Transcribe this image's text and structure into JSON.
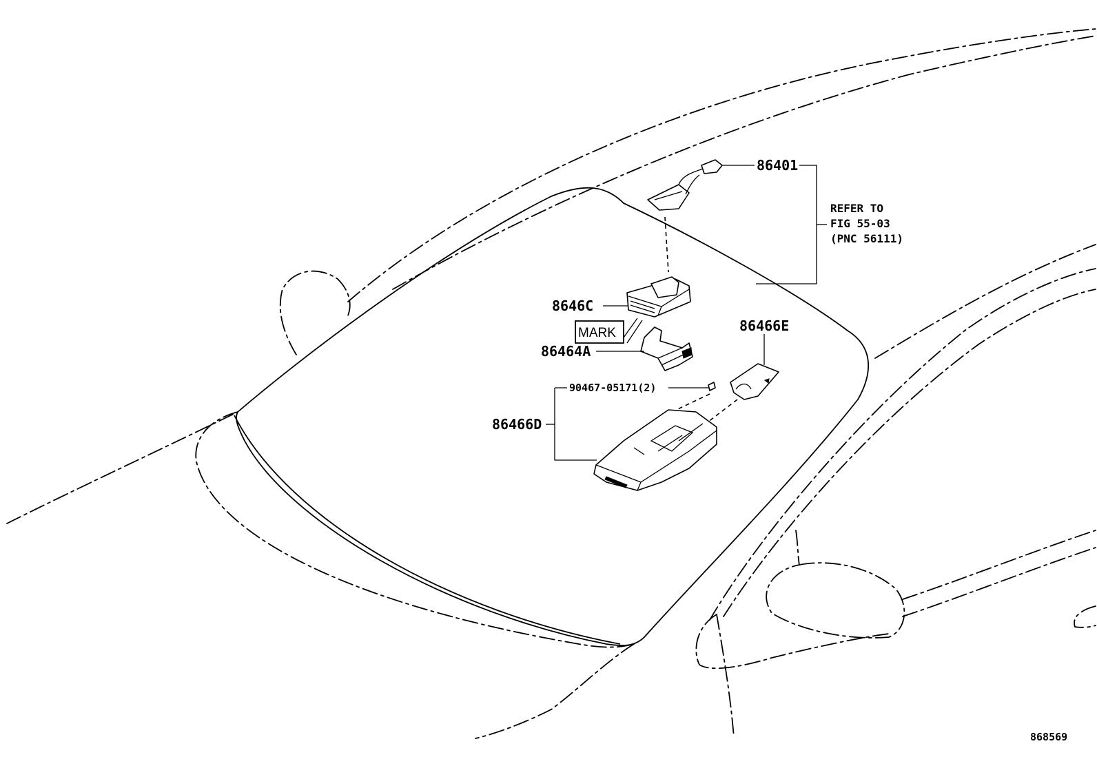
{
  "labels": {
    "p86401": "86401",
    "p8646c": "8646C",
    "p86464a": "86464A",
    "p86466e": "86466E",
    "p90467": "90467-05171(2)",
    "p86466d": "86466D",
    "mark": "MARK",
    "refer_line1": "REFER TO",
    "refer_line2": "FIG 55-03",
    "refer_line3": "(PNC 56111)",
    "figure_number": "868569"
  }
}
